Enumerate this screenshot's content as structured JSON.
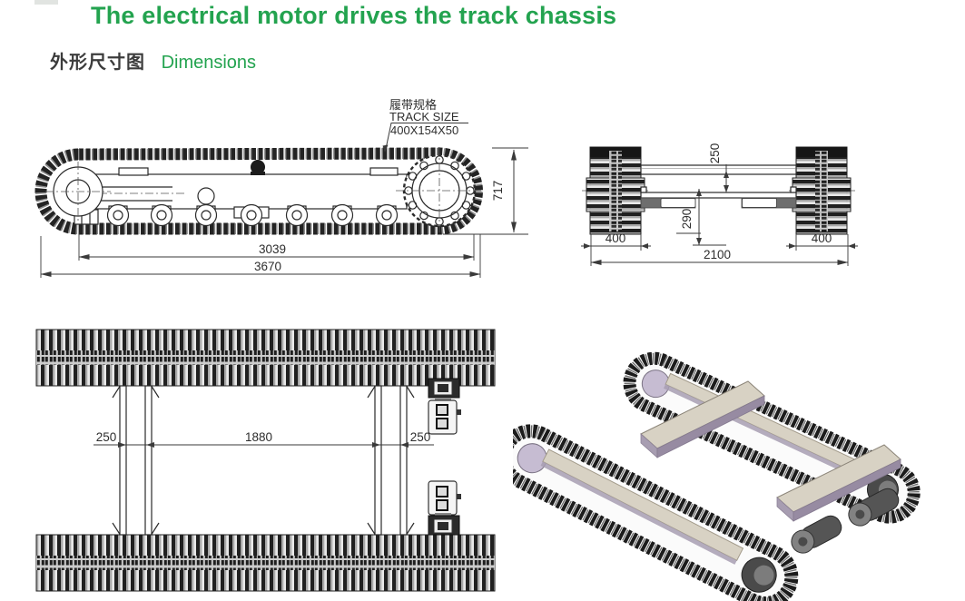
{
  "page": {
    "title": "The electrical motor drives the track chassis",
    "subtitle_zh": "外形尺寸图",
    "subtitle_en": "Dimensions"
  },
  "colors": {
    "accent_green": "#23a34f",
    "text_dark": "#3c3c3c",
    "line": "#3a3a3a",
    "frame_beige": "#d8d2c4",
    "frame_mauve": "#a79db1",
    "track_dark": "#202020"
  },
  "side_view": {
    "track_label_zh": "履带规格",
    "track_label_en": "TRACK SIZE",
    "track_size": "400X154X50",
    "dim_height": "717",
    "dim_wheelbase": "3039",
    "dim_length": "3670"
  },
  "front_view": {
    "dim_rail_drop": "250",
    "dim_clearance": "290",
    "dim_track_left": "400",
    "dim_track_right": "400",
    "dim_overall": "2100"
  },
  "top_view": {
    "dim_left": "250",
    "dim_span": "1880",
    "dim_right": "250"
  }
}
